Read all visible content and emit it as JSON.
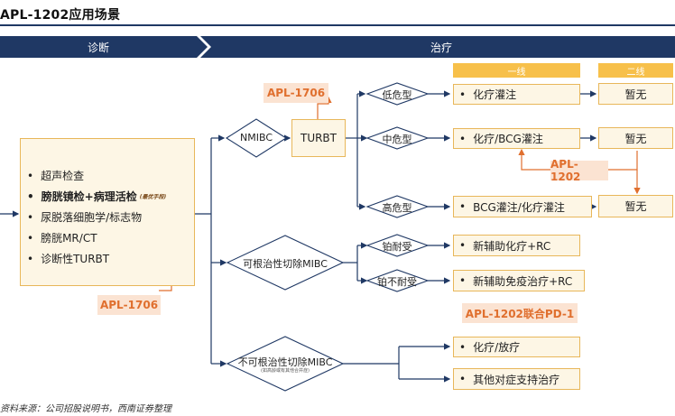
{
  "title": "APL-1202应用场景",
  "phases": {
    "diagnosis": "诊断",
    "treatment": "治疗"
  },
  "headers": {
    "first_line": "一线",
    "second_line": "二线"
  },
  "diagnosis_items": [
    "超声检查",
    "膀胱镜检+病理活检",
    "尿脱落细胞学/标志物",
    "膀胱MR/CT",
    "诊断性TURBT"
  ],
  "diagnosis_note": "(最优手段)",
  "nodes": {
    "nmibc": "NMIBC",
    "turbt": "TURBT",
    "curable_mibc": "可根治性切除MIBC",
    "incurable_mibc": "不可根治性切除MIBC",
    "incurable_note": "(如高龄或有其他合并症)"
  },
  "risk": {
    "low": "低危型",
    "mid": "中危型",
    "high": "高危型"
  },
  "platinum": {
    "tolerant": "铂耐受",
    "intolerant": "铂不耐受"
  },
  "first_line": {
    "low": "化疗灌注",
    "mid": "化疗/BCG灌注",
    "high": "BCG灌注/化疗灌注",
    "tolerant": "新辅助化疗+RC",
    "intolerant": "新辅助免疫治疗+RC",
    "incurable_1": "化疗/放疗",
    "incurable_2": "其他对症支持治疗"
  },
  "second_line": {
    "low": "暂无",
    "mid": "暂无",
    "high": "暂无"
  },
  "apl": {
    "turbt": "APL-1706",
    "diag": "APL-1706",
    "second": "APL-1202",
    "pd1": "APL-1202联合PD-1"
  },
  "footer": "资料来源：公司招股说明书，西南证券整理",
  "colors": {
    "navy": "#1f3864",
    "accent": "#e06f2e",
    "header_yellow": "#f7c04a",
    "box_fill": "#fdf6e5"
  }
}
